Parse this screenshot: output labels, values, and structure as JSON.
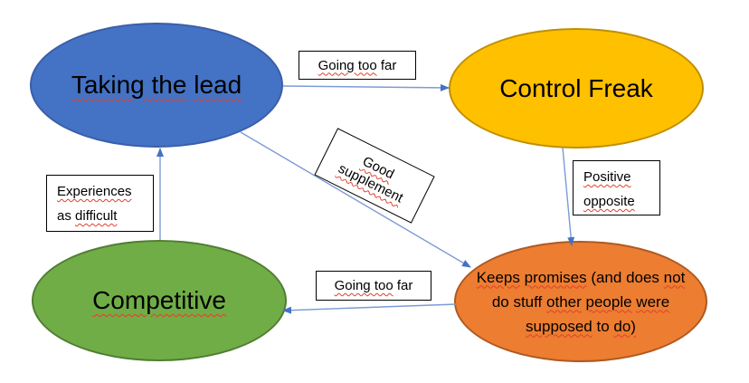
{
  "diagram": {
    "background": "#ffffff",
    "colors": {
      "connector_line": "#7C9BD5",
      "arrowhead": "#4472C4",
      "squiggle": "#E0402A",
      "label_box_border": "#000000",
      "label_box_fill": "#ffffff",
      "text": "#000000",
      "blue_fill": "#4472C4",
      "blue_border": "#3A5EA8",
      "yellow_fill": "#FFC000",
      "yellow_border": "#BF9000",
      "green_fill": "#70AD47",
      "green_border": "#507E32",
      "orange_fill": "#ED7D31",
      "orange_border": "#AE5A21"
    },
    "nodes": {
      "taking_the_lead": {
        "text": "Taking the lead",
        "fill": "#4472C4",
        "border": "#3A5EA8",
        "segments": [
          {
            "t": "Taking the",
            "sq": true
          },
          {
            "t": " ",
            "sq": false
          },
          {
            "t": "lead",
            "sq": true
          }
        ]
      },
      "control_freak": {
        "text": "Control Freak",
        "fill": "#FFC000",
        "border": "#BF9000",
        "segments": [
          {
            "t": "Control Freak",
            "sq": false
          }
        ]
      },
      "competitive": {
        "text": "Competitive",
        "fill": "#70AD47",
        "border": "#507E32",
        "segments": [
          {
            "t": "Competitive",
            "sq": true
          }
        ]
      },
      "keeps_promises": {
        "text": "Keeps promises (and does not do stuff other people were supposed to do)",
        "fill": "#ED7D31",
        "border": "#AE5A21",
        "lines": [
          [
            {
              "t": "Keeps",
              "sq": true
            },
            {
              "t": " ",
              "sq": false
            },
            {
              "t": "promises",
              "sq": true
            },
            {
              "t": " (and does ",
              "sq": false
            },
            {
              "t": "not",
              "sq": true
            }
          ],
          [
            {
              "t": "do stuff ",
              "sq": false
            },
            {
              "t": "other",
              "sq": true
            },
            {
              "t": " ",
              "sq": false
            },
            {
              "t": "people",
              "sq": true
            },
            {
              "t": " ",
              "sq": false
            },
            {
              "t": "were",
              "sq": true
            }
          ],
          [
            {
              "t": "supposed",
              "sq": true
            },
            {
              "t": " to ",
              "sq": false
            },
            {
              "t": "do)",
              "sq": true
            }
          ]
        ]
      }
    },
    "edge_labels": {
      "going_too_far_top": {
        "text": "Going too far",
        "segments": [
          {
            "t": "Going too",
            "sq": true
          },
          {
            "t": " far",
            "sq": false
          }
        ]
      },
      "good_supplement": {
        "text": "Good supplement",
        "lines": [
          [
            {
              "t": "Good",
              "sq": true
            }
          ],
          [
            {
              "t": "supplement",
              "sq": true
            }
          ]
        ]
      },
      "positive_opposite": {
        "text": "Positive opposite",
        "lines": [
          [
            {
              "t": "Positive",
              "sq": true
            }
          ],
          [
            {
              "t": "opposite",
              "sq": true
            }
          ]
        ]
      },
      "experiences_as_difficult": {
        "text": "Experiences as difficult",
        "lines": [
          [
            {
              "t": "Experiences",
              "sq": true
            }
          ],
          [
            {
              "t": "as ",
              "sq": false
            },
            {
              "t": "difficult",
              "sq": true
            }
          ]
        ]
      },
      "going_too_far_bottom": {
        "text": "Going too far",
        "segments": [
          {
            "t": "Going too",
            "sq": true
          },
          {
            "t": " far",
            "sq": false
          }
        ]
      }
    },
    "edges": [
      {
        "from": "Taking the lead",
        "to": "Control Freak",
        "label": "Going too far"
      },
      {
        "from": "Taking the lead",
        "to": "Keeps promises (and does not do stuff other people were supposed to do)",
        "label": "Good supplement"
      },
      {
        "from": "Control Freak",
        "to": "Keeps promises (and does not do stuff other people were supposed to do)",
        "label": "Positive opposite"
      },
      {
        "from": "Keeps promises (and does not do stuff other people were supposed to do)",
        "to": "Competitive",
        "label": "Going too far"
      },
      {
        "from": "Competitive",
        "to": "Taking the lead",
        "label": "Experiences as difficult"
      }
    ]
  }
}
